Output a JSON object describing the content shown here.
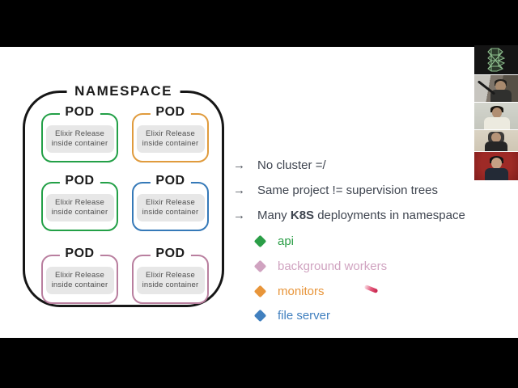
{
  "slide": {
    "diagram": {
      "title": "NAMESPACE",
      "pod_label": "POD",
      "pod_inner_line1": "Elixir Release",
      "pod_inner_line2": "inside container",
      "pods": [
        {
          "name": "pod-green-top-left",
          "border_color": "#23a047"
        },
        {
          "name": "pod-orange-top-right",
          "border_color": "#e09b3d"
        },
        {
          "name": "pod-green-middle-left",
          "border_color": "#23a047"
        },
        {
          "name": "pod-blue-middle-right",
          "border_color": "#3579b8"
        },
        {
          "name": "pod-pink-bottom-left",
          "border_color": "#b97f9f"
        },
        {
          "name": "pod-pink-bottom-right",
          "border_color": "#b97f9f"
        }
      ]
    },
    "bullets": [
      {
        "arrow": "→",
        "pre": "No cluster =/",
        "bold": "",
        "post": ""
      },
      {
        "arrow": "→",
        "pre": "Same project != supervision trees",
        "bold": "",
        "post": ""
      },
      {
        "arrow": "→",
        "pre": "Many ",
        "bold": "K8S",
        "post": " deployments in namespace"
      }
    ],
    "deployments": [
      {
        "label": "api",
        "color": "#2b9e47"
      },
      {
        "label": "background workers",
        "color": "#d0a3c0"
      },
      {
        "label": "monitors",
        "color": "#e8953a"
      },
      {
        "label": "file server",
        "color": "#4180bf"
      }
    ],
    "laser_color": "#c51f48",
    "text_color": "#3f4550"
  },
  "video_sidebar": {
    "tiles": [
      {
        "type": "logo",
        "name": "green-mesh-logo-tile",
        "logo_color": "#8fbf8f",
        "bg": "#141414"
      },
      {
        "type": "webcam",
        "name": "participant-1"
      },
      {
        "type": "webcam",
        "name": "participant-2"
      },
      {
        "type": "webcam",
        "name": "participant-3"
      },
      {
        "type": "webcam",
        "name": "participant-4"
      }
    ]
  }
}
